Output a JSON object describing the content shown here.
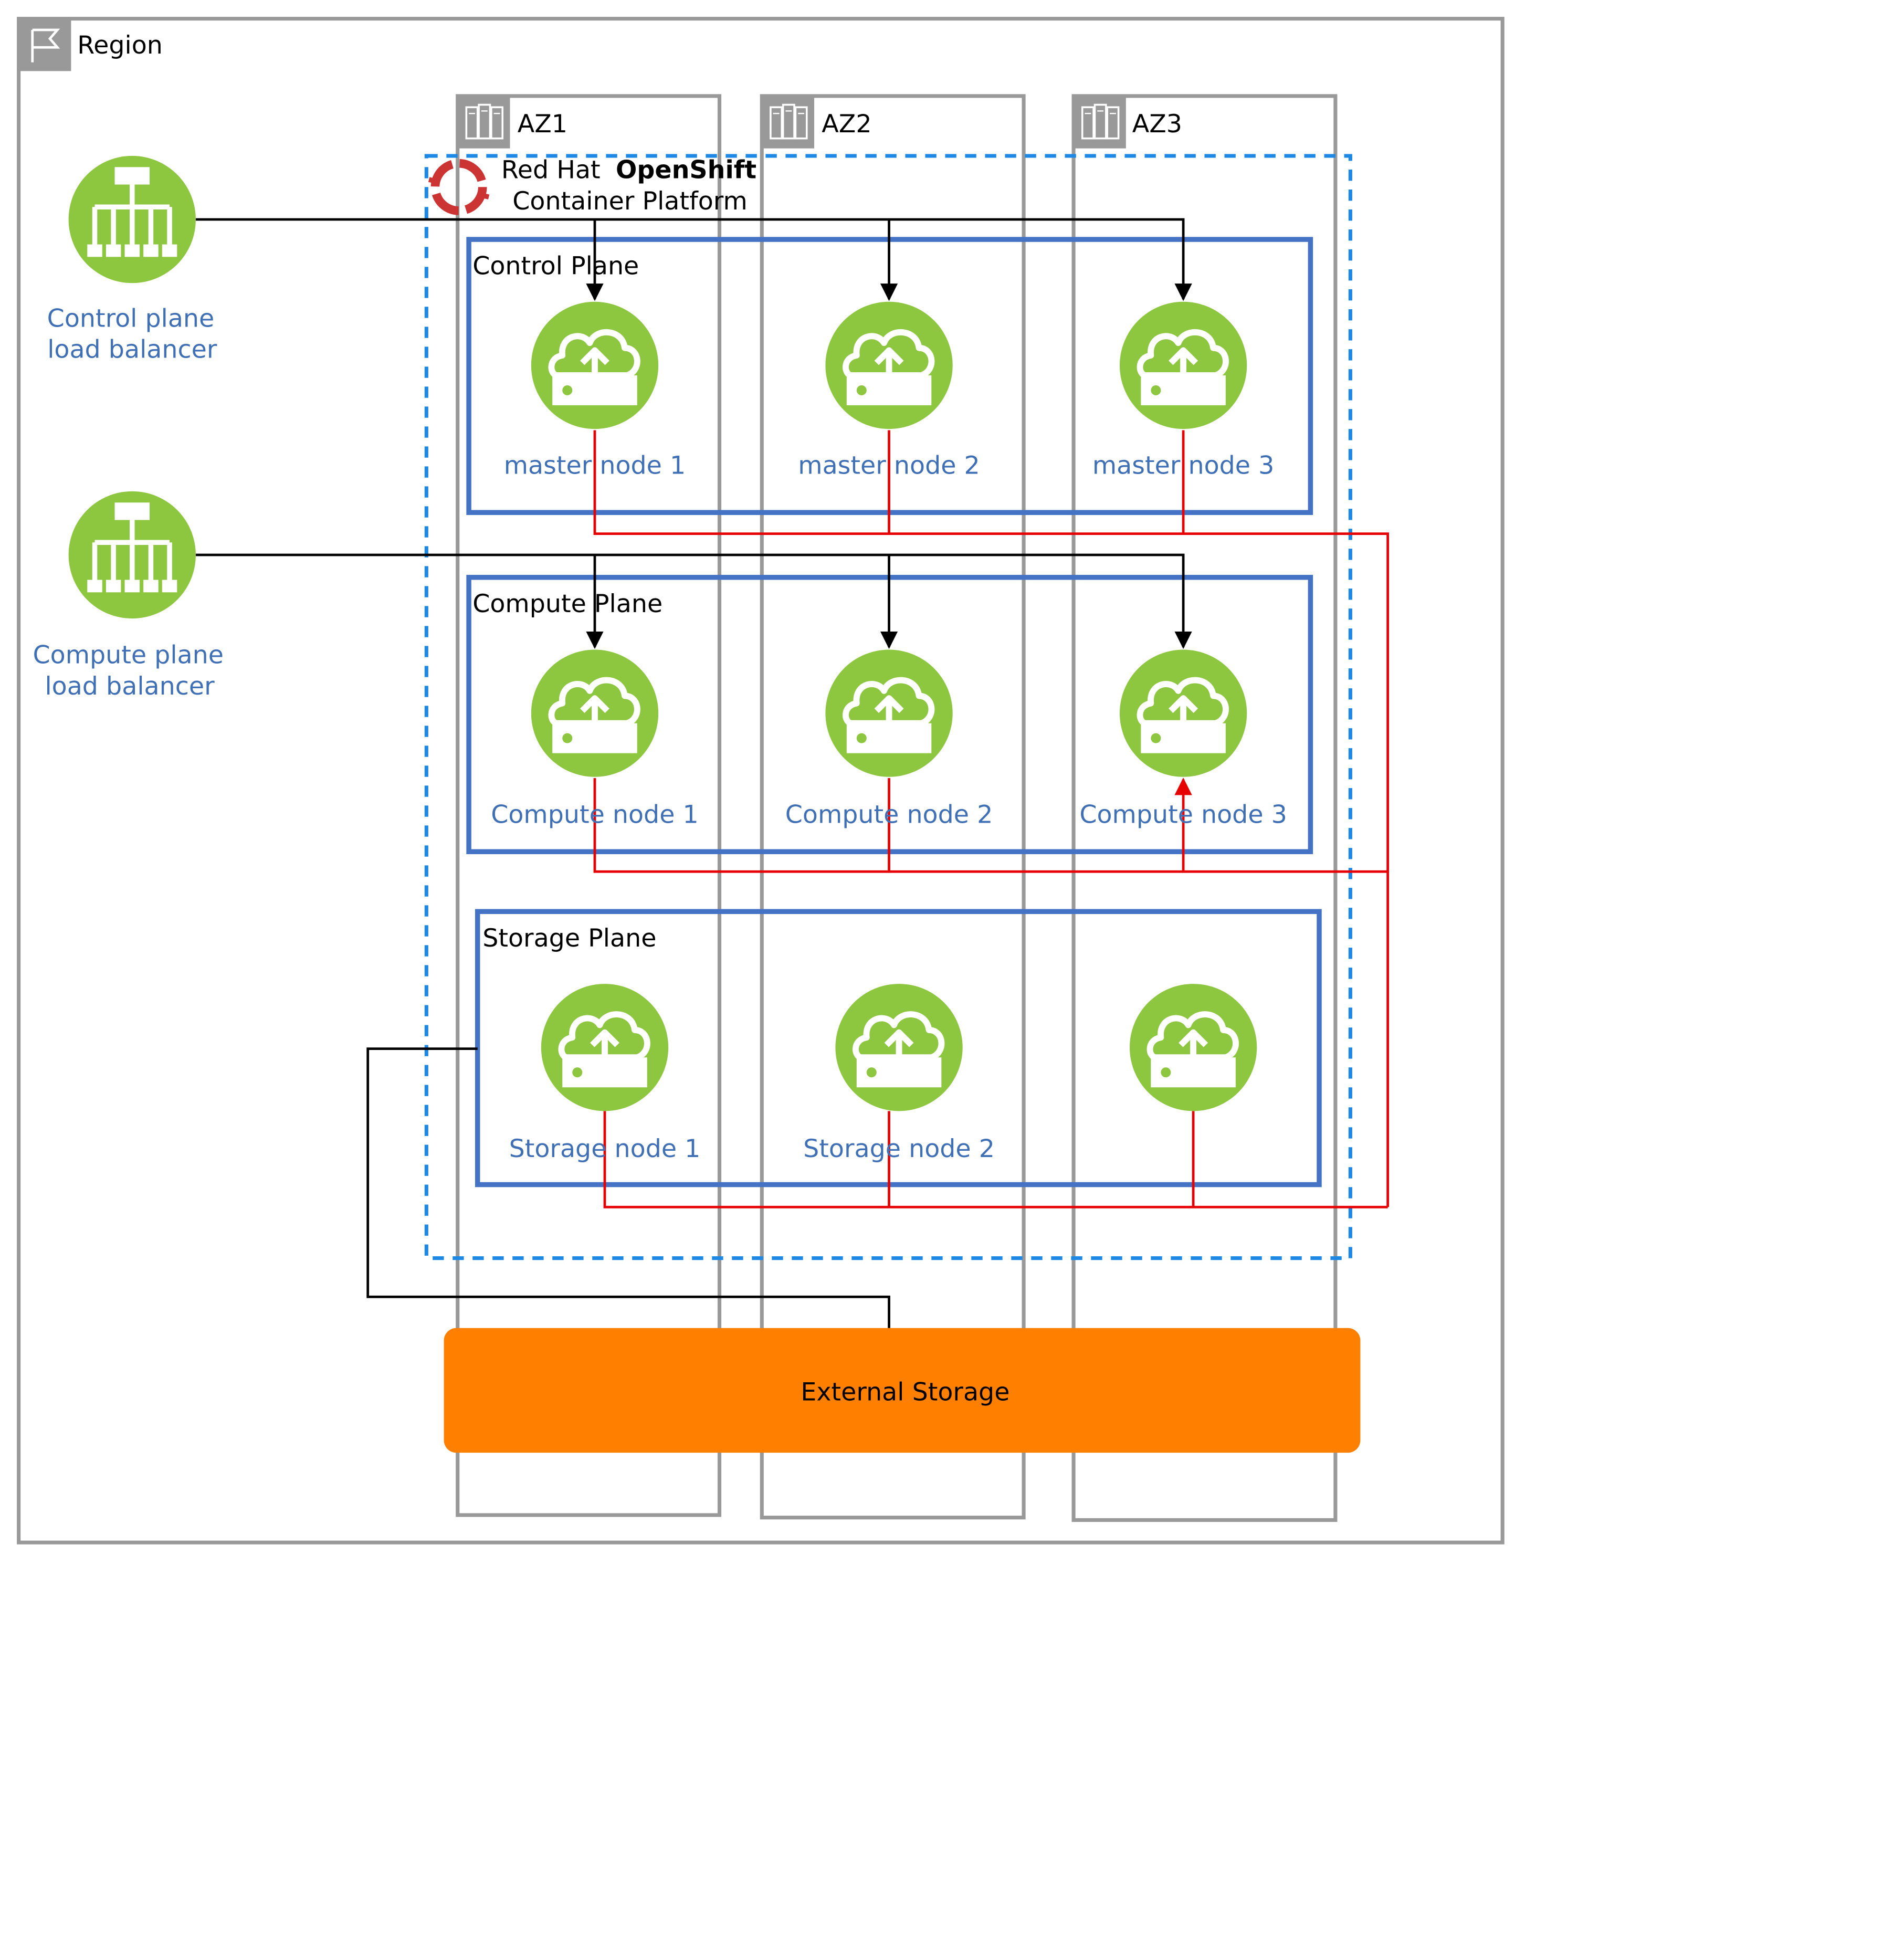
{
  "region": {
    "label": "Region",
    "icon": "flag-icon"
  },
  "zones": [
    {
      "label": "AZ1",
      "icon": "datacenter-icon"
    },
    {
      "label": "AZ2",
      "icon": "datacenter-icon"
    },
    {
      "label": "AZ3",
      "icon": "datacenter-icon"
    }
  ],
  "platform": {
    "prefix": "Red Hat",
    "name": "OpenShift",
    "subtitle": "Container Platform",
    "icon": "openshift-logo-icon"
  },
  "planes": {
    "control": "Control Plane",
    "compute": "Compute Plane",
    "storage": "Storage Plane"
  },
  "load_balancers": {
    "control": [
      "Control plane",
      "load balancer"
    ],
    "compute": [
      "Compute plane",
      "load balancer"
    ],
    "icon": "load-balancer-icon"
  },
  "nodes": {
    "master": [
      "master node 1",
      "master node 2",
      "master node 3"
    ],
    "compute": [
      "Compute node 1",
      "Compute node 2",
      "Compute node 3"
    ],
    "storage": [
      "Storage node 1",
      "Storage node 2",
      ""
    ],
    "icon": "cloud-upload-server-icon"
  },
  "external_storage": {
    "label": "External Storage"
  },
  "colors": {
    "region_border": "#999999",
    "az_border": "#999999",
    "platform_border": "#1E88E5",
    "plane_border": "#4472C4",
    "node_green": "#8DC63F",
    "node_label": "#3F6FB4",
    "link_black": "#000000",
    "link_red": "#E60000",
    "storage_orange": "#FF8000",
    "logo_red": "#CC3333"
  }
}
